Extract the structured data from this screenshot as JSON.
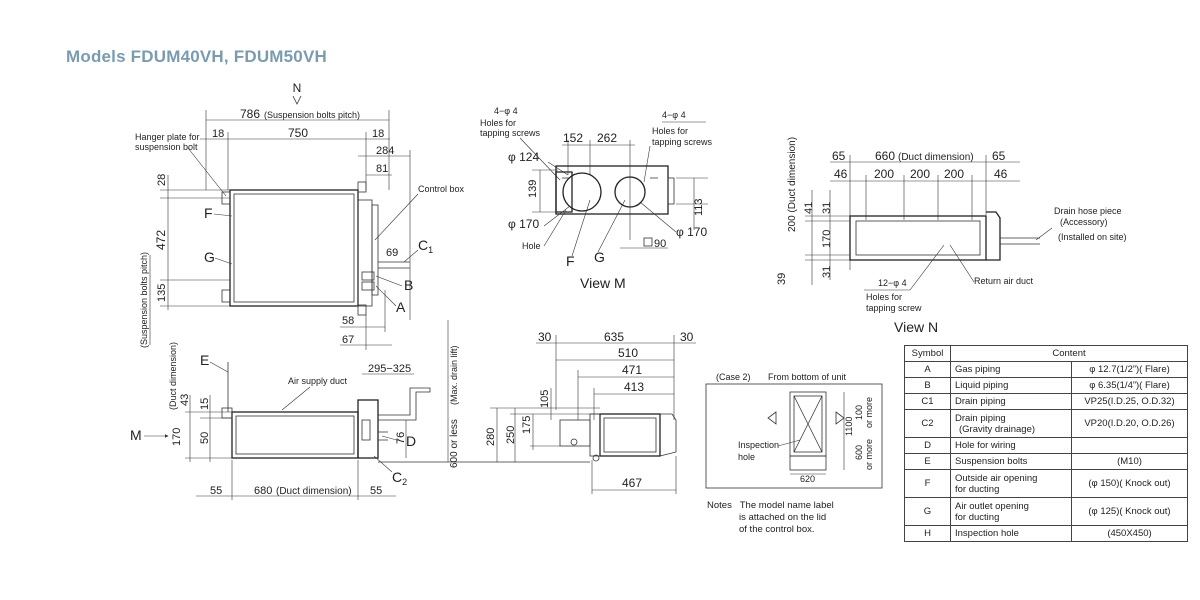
{
  "title": "Models  FDUM40VH, FDUM50VH",
  "top_view": {
    "label_n": "N",
    "dim_786": "786",
    "dim_786_note": "(Suspension bolts pitch)",
    "dim_18_left": "18",
    "dim_750": "750",
    "dim_18_right": "18",
    "dim_284": "284",
    "dim_81": "81",
    "dim_28": "28",
    "dim_472": "472",
    "dim_135": "135",
    "dim_472_note": "(Suspension bolts pitch)",
    "dim_69": "69",
    "dim_58": "58",
    "dim_67": "67",
    "hanger_plate": "Hanger plate for",
    "hanger_plate_2": "suspension bolt",
    "control_box": "Control box",
    "F": "F",
    "G": "G",
    "C1": "C",
    "C1_sub": "1",
    "B": "B",
    "A": "A"
  },
  "view_m": {
    "holes_left_1": "4−φ 4",
    "holes_left_2": "Holes for",
    "holes_left_3": "tapping screws",
    "holes_right_1": "4−φ 4",
    "holes_right_2": "Holes for",
    "holes_right_3": "tapping screws",
    "dim_152": "152",
    "dim_262": "262",
    "dim_phi124": "φ 124",
    "dim_139": "139",
    "dim_phi170_left": "φ 170",
    "dim_113": "113",
    "dim_phi170_right": "φ 170",
    "dim_90": "90",
    "hole": "Hole",
    "F": "F",
    "G": "G",
    "caption": "View M"
  },
  "view_n": {
    "dim_duct_note": "200 (Duct dimension)",
    "dim_65_left": "65",
    "dim_660": "660",
    "dim_660_note": "(Duct dimension)",
    "dim_65_right": "65",
    "dim_46_left": "46",
    "dim_200_a": "200",
    "dim_200_b": "200",
    "dim_200_c": "200",
    "dim_46_right": "46",
    "dim_41": "41",
    "dim_31_top": "31",
    "dim_170": "170",
    "dim_31_bottom": "31",
    "dim_39": "39",
    "drain_hose_1": "Drain hose piece",
    "drain_hose_2": "(Accessory)",
    "drain_hose_3": "(Installed on site)",
    "return_air": "Return air duct",
    "holes_1": "12−φ 4",
    "holes_2": "Holes for",
    "holes_3": "tapping screw",
    "caption": "View N"
  },
  "front_view": {
    "duct_note": "(Duct dimension)",
    "E": "E",
    "air_supply": "Air supply duct",
    "dim_295_325": "295−325",
    "max_drain": "(Max. drain lift)",
    "dim_600": "600 or less",
    "dim_43": "43",
    "dim_15": "15",
    "dim_170": "170",
    "dim_50": "50",
    "dim_76": "76",
    "M": "M",
    "D": "D",
    "C2": "C",
    "C2_sub": "2",
    "dim_55_left": "55",
    "dim_680": "680",
    "dim_680_note": "(Duct dimension)",
    "dim_55_right": "55"
  },
  "side_view": {
    "dim_30_left": "30",
    "dim_635": "635",
    "dim_30_right": "30",
    "dim_510": "510",
    "dim_471": "471",
    "dim_413": "413",
    "dim_105": "105",
    "dim_175": "175",
    "dim_250": "250",
    "dim_280": "280",
    "dim_467": "467"
  },
  "case2": {
    "title": "(Case 2)",
    "subtitle": "From bottom of unit",
    "inspection_1": "Inspection",
    "inspection_2": "hole",
    "dim_100": "100",
    "dim_100_note": "or more",
    "dim_1100": "1100",
    "dim_600": "600",
    "dim_600_note": "or more",
    "dim_620": "620"
  },
  "notes": {
    "label": "Notes",
    "line1": "The model name label",
    "line2": "is attached on the lid",
    "line3": "of the control box."
  },
  "table": {
    "header_symbol": "Symbol",
    "header_content": "Content",
    "rows": [
      {
        "sym": "A",
        "name": "Gas piping",
        "content": "φ 12.7(1/2”)( Flare)"
      },
      {
        "sym": "B",
        "name": "Liquid piping",
        "content": "φ 6.35(1/4”)( Flare)"
      },
      {
        "sym": "C1",
        "name": "Drain piping",
        "content": "VP25(I.D.25, O.D.32)"
      },
      {
        "sym": "C2",
        "name": "Drain piping",
        "name2": "(Gravity drainage)",
        "content": "VP20(I.D.20, O.D.26)"
      },
      {
        "sym": "D",
        "name": "Hole for wiring",
        "content": ""
      },
      {
        "sym": "E",
        "name": "Suspension bolts",
        "content": "(M10)"
      },
      {
        "sym": "F",
        "name": "Outside air opening",
        "name2": "for ducting",
        "content": "(φ 150)( Knock out)"
      },
      {
        "sym": "G",
        "name": "Air outlet opening",
        "name2": "for ducting",
        "content": "(φ 125)( Knock out)"
      },
      {
        "sym": "H",
        "name": "Inspection hole",
        "content": "(450X450)"
      }
    ]
  }
}
